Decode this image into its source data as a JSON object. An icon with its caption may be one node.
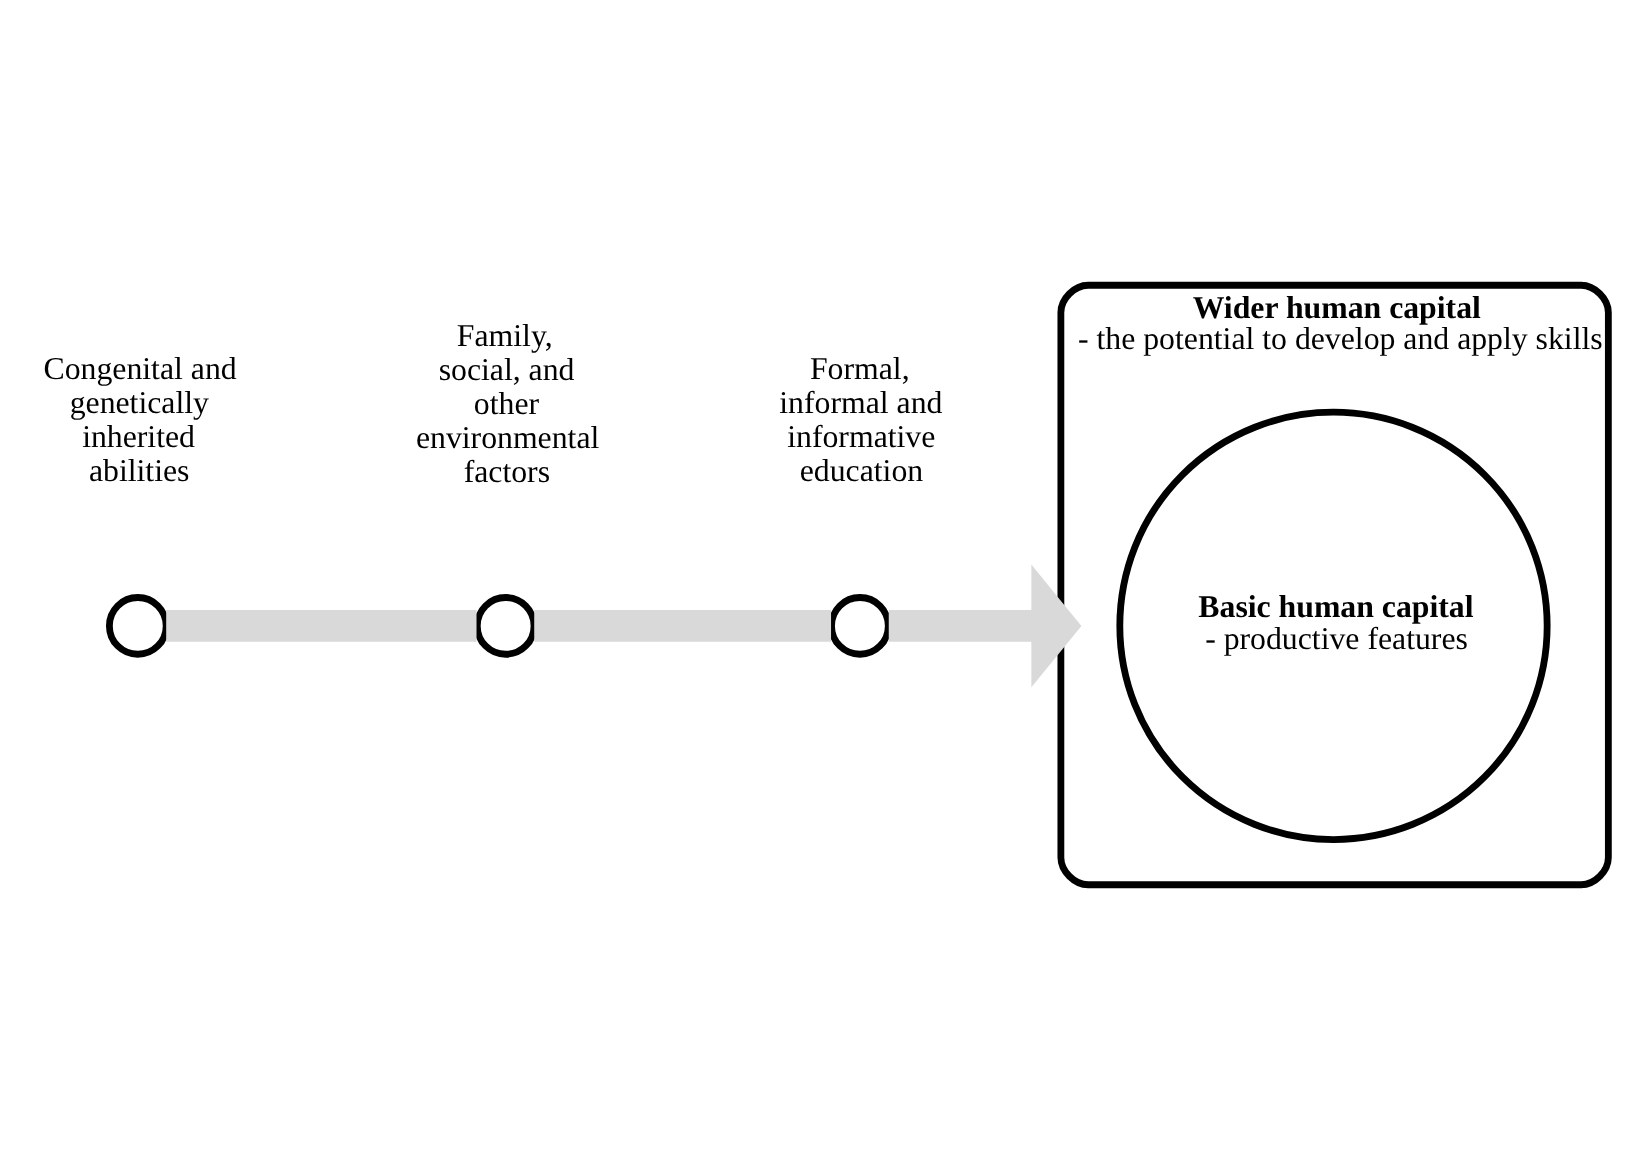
{
  "diagram": {
    "nodes": [
      {
        "text": [],
        "shape": "circle",
        "beside": [
          "Congenital and genetically inherited abilities"
        ]
      },
      {
        "text": [],
        "shape": "circle",
        "beside": [
          "Family, social, and other environmental factors"
        ]
      },
      {
        "text": [],
        "shape": "circle",
        "beside": [
          "Formal, informal and informative education"
        ]
      },
      {
        "text": [
          "Wider human capital",
          "- the potential to develop and apply skills"
        ]
      },
      {
        "text": [
          "Basic human capital",
          "- productive features"
        ],
        "in": 3
      }
    ],
    "edges": [
      {
        "from": 0,
        "to": 1,
        "arrow": "none"
      },
      {
        "from": 1,
        "to": 2,
        "arrow": "none"
      },
      {
        "from": 2,
        "to": 3,
        "arrow": "to"
      }
    ]
  }
}
